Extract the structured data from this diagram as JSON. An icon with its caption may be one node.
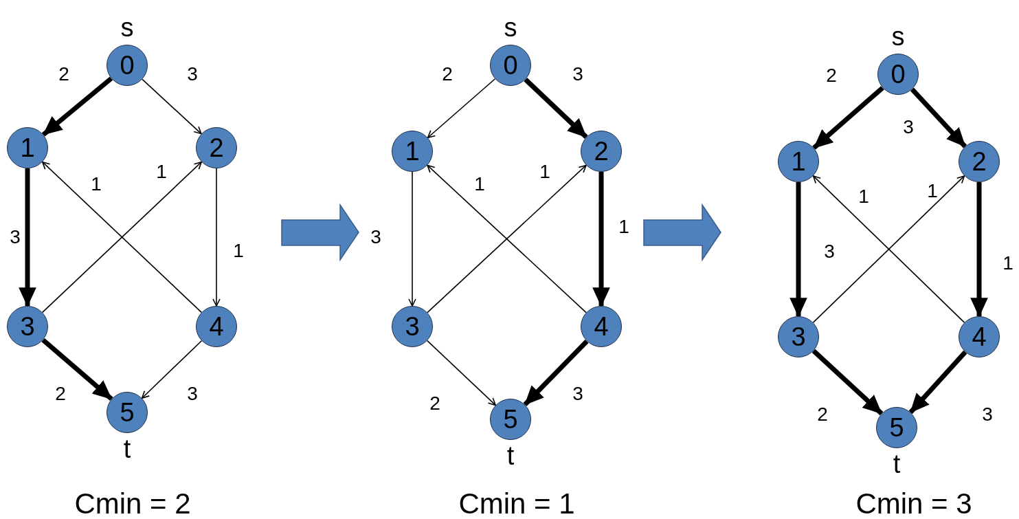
{
  "diagram": {
    "nodes": [
      {
        "text": [
          "0"
        ],
        "beside": [
          "s"
        ]
      },
      {
        "text": [
          "1"
        ]
      },
      {
        "text": [
          "2"
        ]
      },
      {
        "text": [
          "3"
        ]
      },
      {
        "text": [
          "4"
        ]
      },
      {
        "text": [
          "5"
        ],
        "beside": [
          "t"
        ]
      },
      {
        "text": [
          "0"
        ],
        "beside": [
          "s"
        ]
      },
      {
        "text": [
          "1"
        ]
      },
      {
        "text": [
          "2"
        ]
      },
      {
        "text": [
          "3"
        ]
      },
      {
        "text": [
          "4"
        ]
      },
      {
        "text": [
          "5"
        ],
        "beside": [
          "t"
        ]
      },
      {
        "text": [
          "0"
        ],
        "beside": [
          "s"
        ]
      },
      {
        "text": [
          "1"
        ]
      },
      {
        "text": [
          "2"
        ]
      },
      {
        "text": [
          "3"
        ]
      },
      {
        "text": [
          "4"
        ]
      },
      {
        "text": [
          "5"
        ],
        "beside": [
          "t"
        ]
      }
    ],
    "edges": [
      {
        "from": 0,
        "to": 1,
        "arrow": "to",
        "label": "2",
        "style": "thick"
      },
      {
        "from": 0,
        "to": 2,
        "arrow": "to",
        "label": "3"
      },
      {
        "from": 1,
        "to": 3,
        "arrow": "to",
        "label": "3",
        "style": "thick"
      },
      {
        "from": 2,
        "to": 4,
        "arrow": "to",
        "label": "1"
      },
      {
        "from": 3,
        "to": 2,
        "arrow": "to",
        "label": "1"
      },
      {
        "from": 4,
        "to": 1,
        "arrow": "to",
        "label": "1"
      },
      {
        "from": 3,
        "to": 5,
        "arrow": "to",
        "label": "2",
        "style": "thick"
      },
      {
        "from": 4,
        "to": 5,
        "arrow": "to",
        "label": "3"
      },
      {
        "from": 6,
        "to": 7,
        "arrow": "to",
        "label": "2"
      },
      {
        "from": 6,
        "to": 8,
        "arrow": "to",
        "label": "3",
        "style": "thick"
      },
      {
        "from": 7,
        "to": 9,
        "arrow": "to",
        "label": "3"
      },
      {
        "from": 8,
        "to": 10,
        "arrow": "to",
        "label": "1",
        "style": "thick"
      },
      {
        "from": 9,
        "to": 8,
        "arrow": "to",
        "label": "1"
      },
      {
        "from": 10,
        "to": 7,
        "arrow": "to",
        "label": "1"
      },
      {
        "from": 9,
        "to": 11,
        "arrow": "to",
        "label": "2"
      },
      {
        "from": 10,
        "to": 11,
        "arrow": "to",
        "label": "3",
        "style": "thick"
      },
      {
        "from": 12,
        "to": 13,
        "arrow": "to",
        "label": "2",
        "style": "thick"
      },
      {
        "from": 12,
        "to": 14,
        "arrow": "to",
        "label": "3",
        "style": "thick"
      },
      {
        "from": 13,
        "to": 15,
        "arrow": "to",
        "label": "3",
        "style": "thick"
      },
      {
        "from": 14,
        "to": 16,
        "arrow": "to",
        "label": "1",
        "style": "thick"
      },
      {
        "from": 15,
        "to": 14,
        "arrow": "to",
        "label": "1"
      },
      {
        "from": 16,
        "to": 13,
        "arrow": "to",
        "label": "1"
      },
      {
        "from": 15,
        "to": 17,
        "arrow": "to",
        "label": "2",
        "style": "thick"
      },
      {
        "from": 16,
        "to": 17,
        "arrow": "to",
        "label": "3",
        "style": "thick"
      }
    ],
    "labels": [
      "Cmin = 2",
      "Cmin = 1",
      "Cmin = 3"
    ]
  }
}
